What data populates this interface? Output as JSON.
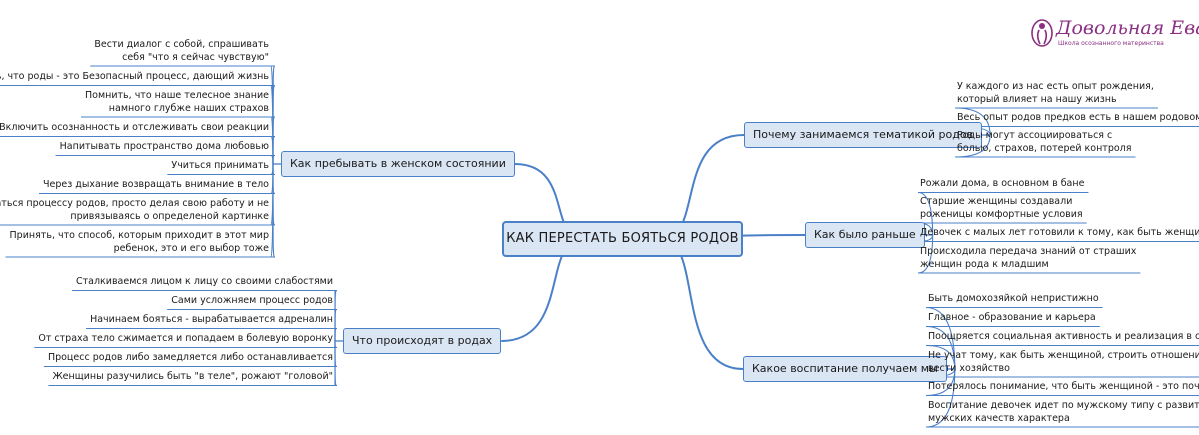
{
  "logo": {
    "title": "Довольная Ева",
    "subtitle": "Школа осознанного материнства",
    "color": "#8a2f82"
  },
  "center": "КАК ПЕРЕСТАТЬ БОЯТЬСЯ РОДОВ",
  "branches": {
    "state": {
      "label": "Как пребывать в женском состоянии",
      "items": [
        "Вести диалог с собой, спрашивать\nсебя \"что я сейчас чувствую\"",
        "Понять, что роды - это Безопасный процесс, дающий жизнь",
        "Помнить, что наше телесное знание\nнамного глубже наших страхов",
        "Включить осознанность и отслеживать свои реакции",
        "Напитывать пространство дома любовью",
        "Учиться принимать",
        "Через дыхание возвращать внимание в тело",
        "Отдаться процессу родов, просто делая свою работу и не\nпривязываясь о определеной картинке",
        "Принять, что способ, которым приходит в этот мир\nребенок, это и его выбор тоже"
      ]
    },
    "birth": {
      "label": "Что происходят в родах",
      "items": [
        "Сталкиваемся лицом к лицу со своими слабостями",
        "Сами усложняем процесс родов",
        "Начинаем бояться - вырабатывается адреналин",
        "От страха тело сжимается и попадаем в болевую воронку",
        "Процесс родов либо замедляется либо останавливается",
        "Женщины разучились быть \"в теле\", рожают \"головой\""
      ]
    },
    "why": {
      "label": "Почему занимаемся тематикой родов",
      "items": [
        "У каждого из нас есть опыт рождения,\nкоторый влияет на нашу жизнь",
        "Весь опыт родов предков есть в нашем родовом поле",
        "Роды могут ассоциироваться с\nболью, страхов, потерей контроля"
      ]
    },
    "before": {
      "label": "Как было раньше",
      "items": [
        "Рожали дома, в основном в бане",
        "Старшие женщины создавали\nроженицы комфортные условия",
        "Девочек с малых лет готовили к тому, как быть женщиной",
        "Происходила передача знаний от страших\nженщин рода к младшим"
      ]
    },
    "upbringing": {
      "label": "Какое воспитание получаем мы",
      "items": [
        "Быть домохозяйкой непристижно",
        "Главное - образование и карьера",
        "Поощряется социальная активность и реализация в социуме",
        "Не учат тому, как быть женщиной, строить отношения,\nвести хозяйство",
        "Потерялось понимание, что быть женщиной - это почетно",
        "Воспитание девочек идет по мужскому типу с развитием\nмужских качеств характера"
      ]
    }
  },
  "colors": {
    "line": "#4a80c8",
    "node_fill": "#dbe6f5",
    "text": "#1a1a1a"
  }
}
